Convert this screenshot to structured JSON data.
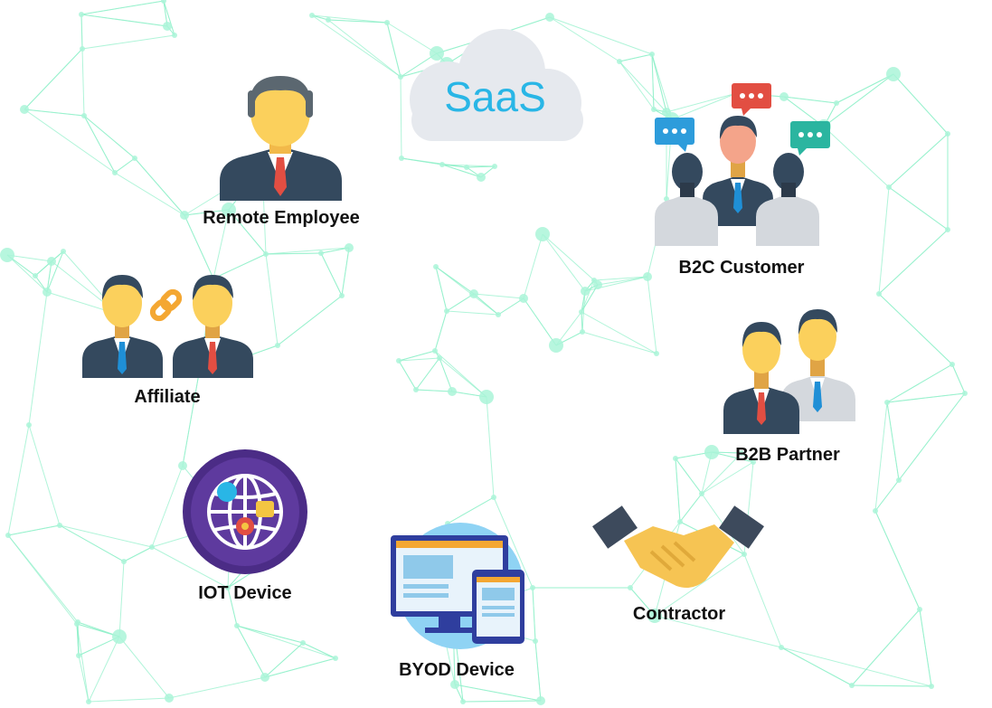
{
  "cloud": {
    "text": "SaaS",
    "text_color": "#29b6e6",
    "cloud_color": "#e6e9ee"
  },
  "network": {
    "line_color": "#8ff0c9",
    "dot_color": "#aaf5d8"
  },
  "colors": {
    "suit": "#34495e",
    "skin": "#fbd05c",
    "hair": "#5b6770",
    "red_tie": "#e24e42",
    "blue_tie": "#1f8fd6",
    "grey_suit": "#d4d8dd",
    "purple": "#4b2c86",
    "monitor_blue": "#2f3e9e",
    "bubble_blue": "#2d9cdb",
    "bubble_red": "#e24e42",
    "bubble_teal": "#2bb5a0",
    "chain": "#f4a732"
  },
  "nodes": [
    {
      "id": "remote-employee",
      "label": "Remote Employee",
      "icon": "person-icon"
    },
    {
      "id": "affiliate",
      "label": "Affiliate",
      "icon": "linked-people-icon"
    },
    {
      "id": "iot-device",
      "label": "IOT Device",
      "icon": "globe-devices-icon"
    },
    {
      "id": "byod-device",
      "label": "BYOD Device",
      "icon": "monitor-tablet-icon"
    },
    {
      "id": "contractor",
      "label": "Contractor",
      "icon": "handshake-icon"
    },
    {
      "id": "b2b-partner",
      "label": "B2B Partner",
      "icon": "two-people-icon"
    },
    {
      "id": "b2c-customer",
      "label": "B2C Customer",
      "icon": "group-chat-icon"
    }
  ]
}
